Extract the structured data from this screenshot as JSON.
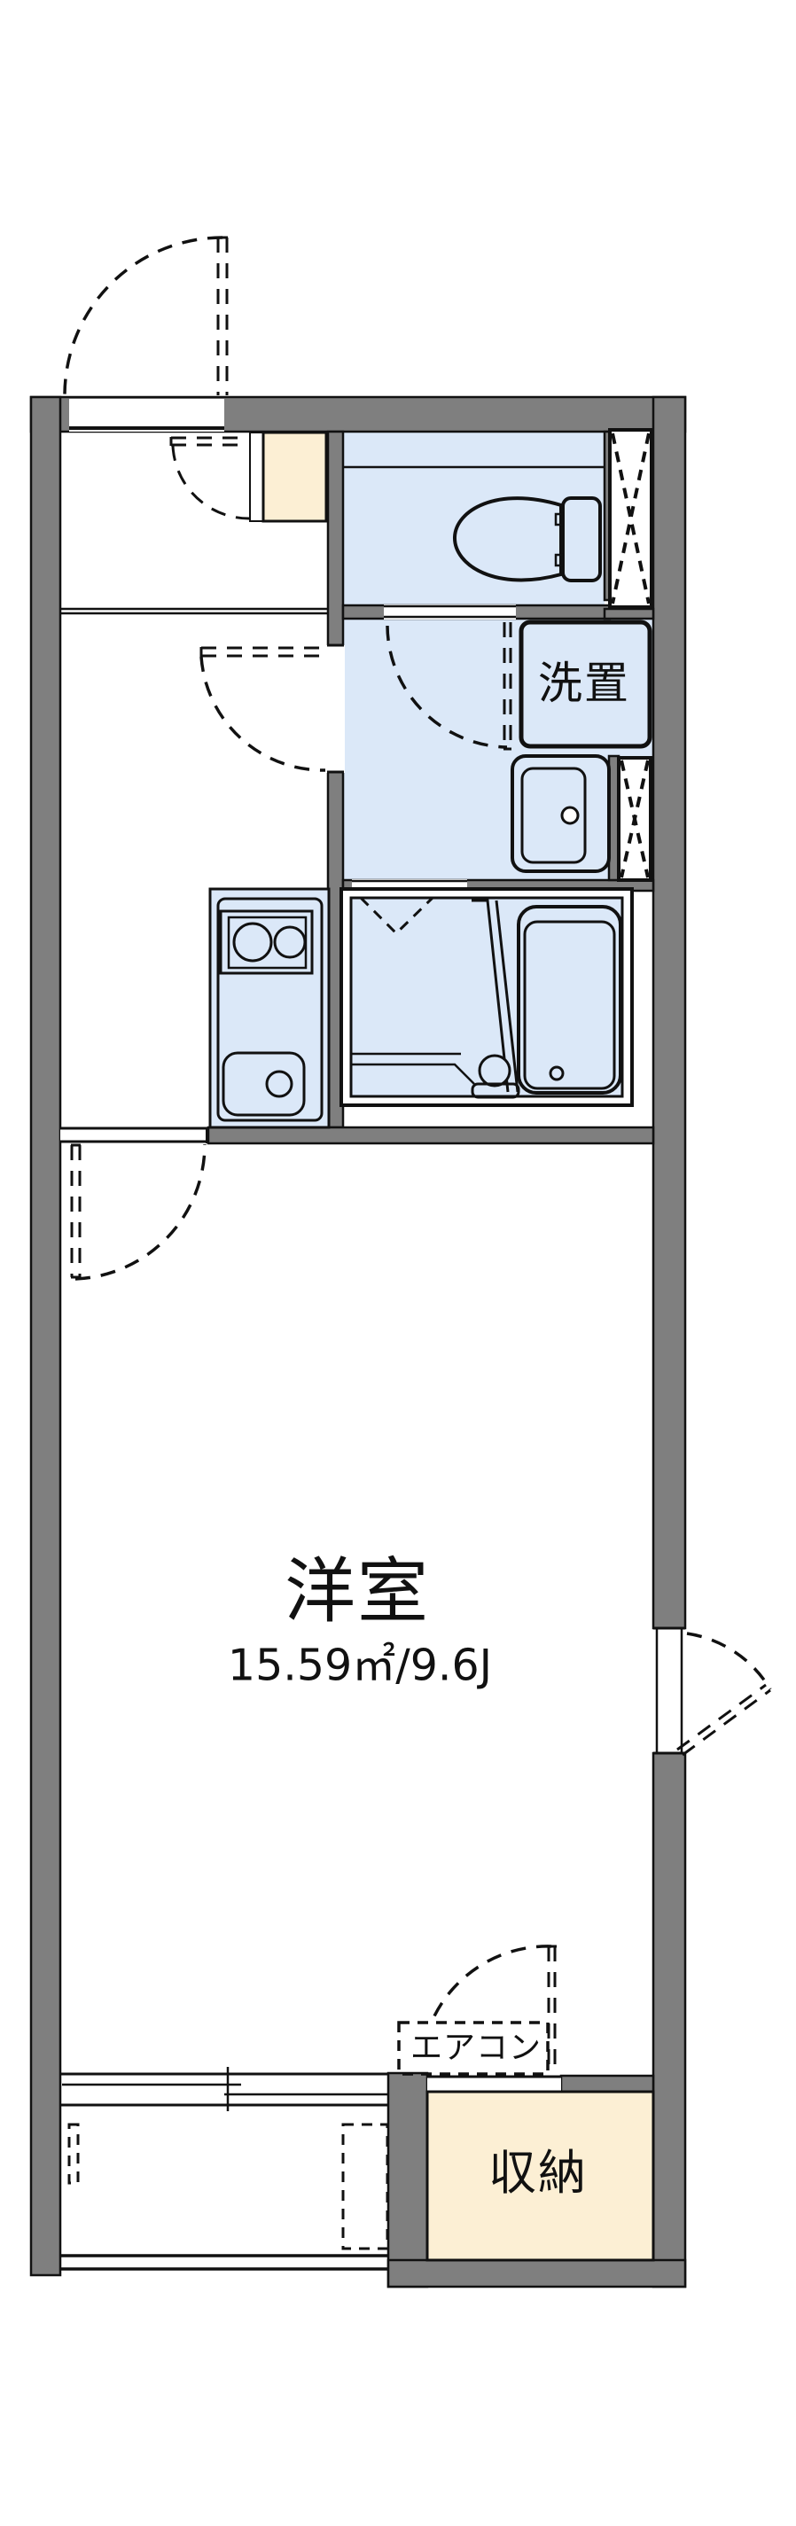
{
  "floorplan": {
    "labels": {
      "room": "洋室",
      "room_area": "15.59㎡/9.6J",
      "washer": "洗置",
      "aircon": "エアコン",
      "storage": "収納"
    },
    "colors": {
      "wall": "#7f7f7f",
      "wet": "#dbe8f8",
      "beige": "#fcefd4",
      "line": "#111111",
      "bg": "#ffffff"
    }
  }
}
